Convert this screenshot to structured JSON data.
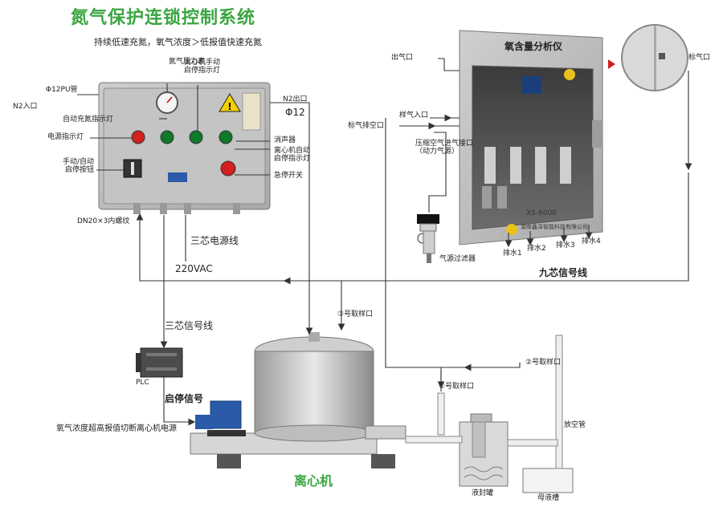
{
  "title": "氮气保护连锁控制系统",
  "subtitle": "持续低速充氮，氧气浓度＞低报值快速充氮",
  "control_box": {
    "labels": {
      "n2_pressure_gauge": "氮气压力表",
      "manual_start_stop_lamp": "离心机手动\n启停指示灯",
      "pu_pipe": "Φ12PU管",
      "n2_inlet": "N2入口",
      "auto_fill_lamp": "自动充氮指示灯",
      "power_lamp": "电源指示灯",
      "manual_auto_button": "手动/自动\n启停按钮",
      "dn20_thread": "DN20×3内螺纹",
      "n2_outlet": "N2出口",
      "phi12": "Φ12",
      "buzzer": "消声器",
      "auto_start_stop_lamp": "离心机自动\n启停指示灯",
      "estop": "急停开关",
      "power_line": "三芯电源线",
      "voltage": "220VAC"
    }
  },
  "analyzer": {
    "name": "氧含量分析仪",
    "model": "XS-6000",
    "company": "湖南鑫泽智能科技有限公司",
    "labels": {
      "gas_outlet": "出气口",
      "sample_inlet": "样气入口",
      "standard_gas_port": "标气排空口",
      "compressed_air": "压缩空气进气接口\n（动力气源）",
      "standard_gas": "标气口",
      "drain1": "排水1",
      "drain2": "排水2",
      "drain3": "排水3",
      "drain4": "排水4",
      "air_filter": "气源过滤器"
    }
  },
  "signal_lines": {
    "nine_core": "九芯信号线",
    "three_core": "三芯信号线",
    "start_stop": "启停信号",
    "plc": "PLC",
    "cutoff_note": "氧气浓度超高报值切断离心机电源"
  },
  "sampling": {
    "port1": "①号取样口",
    "port2": "②号取样口",
    "port3": "③号取样口",
    "vent_pipe": "放空管",
    "liquid_seal": "液封罐",
    "mother_liquor": "母液槽"
  },
  "centrifuge": {
    "name": "离心机"
  }
}
